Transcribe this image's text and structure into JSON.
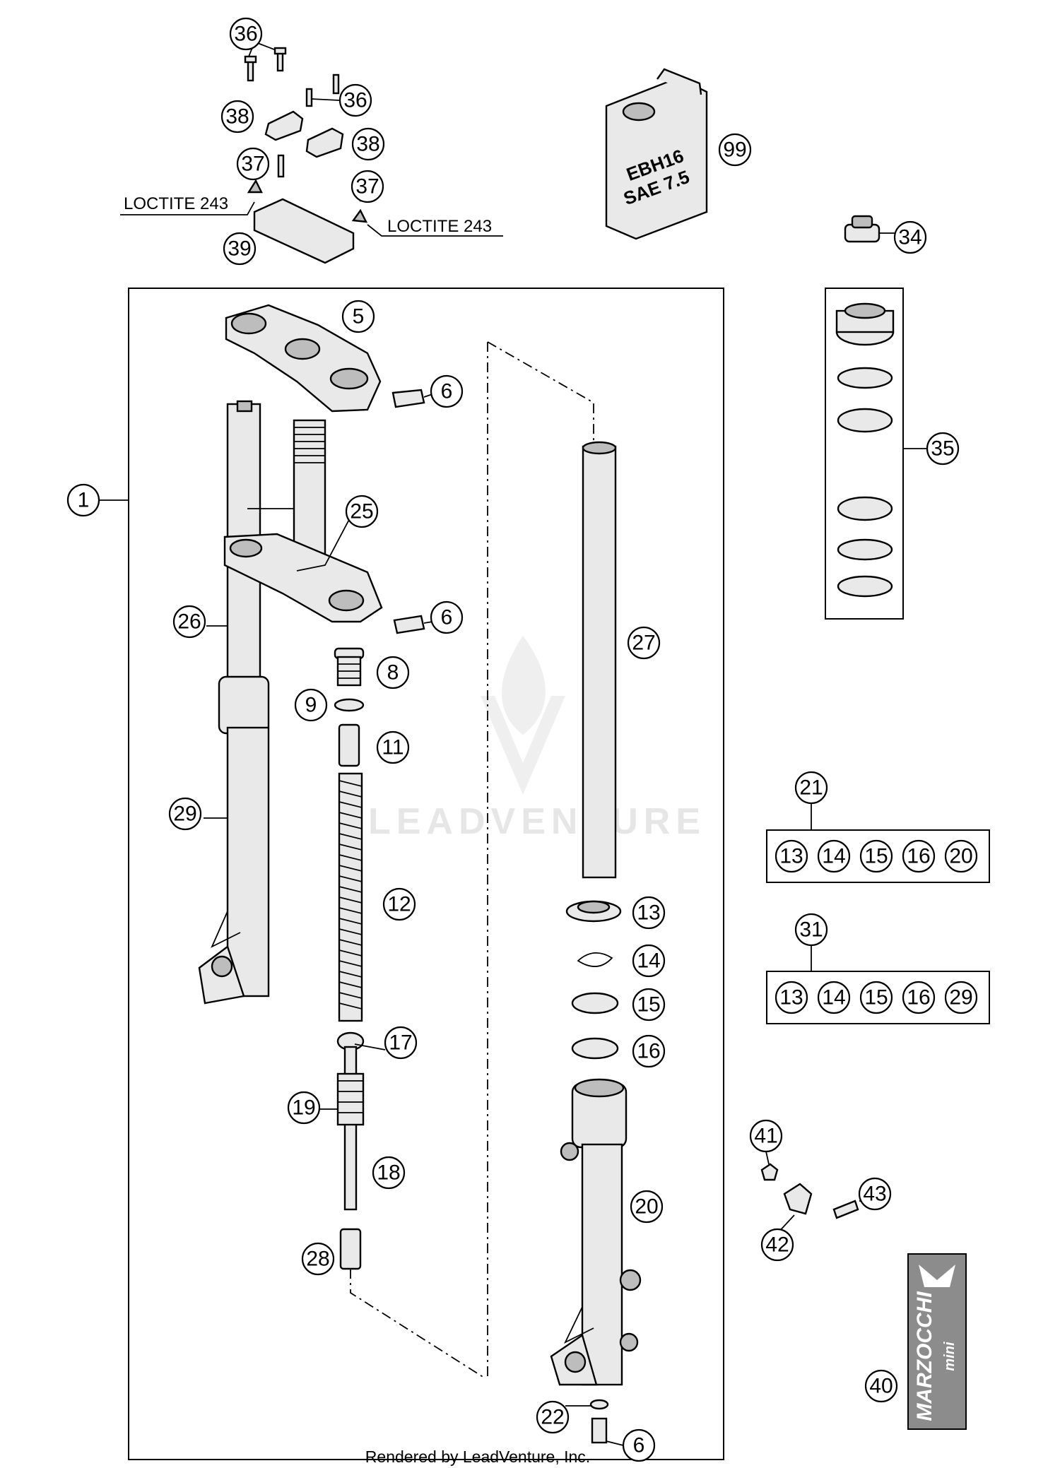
{
  "callouts": {
    "c1": "1",
    "c5": "5",
    "c6a": "6",
    "c6b": "6",
    "c6c": "6",
    "c8": "8",
    "c9": "9",
    "c11": "11",
    "c12": "12",
    "c13": "13",
    "c14": "14",
    "c15": "15",
    "c16": "16",
    "c17": "17",
    "c18": "18",
    "c19": "19",
    "c20": "20",
    "c21": "21",
    "c22": "22",
    "c25": "25",
    "c26": "26",
    "c27": "27",
    "c28": "28",
    "c29": "29",
    "c31": "31",
    "c34": "34",
    "c35": "35",
    "c36a": "36",
    "c36b": "36",
    "c37a": "37",
    "c37b": "37",
    "c38a": "38",
    "c38b": "38",
    "c39": "39",
    "c40": "40",
    "c41": "41",
    "c42": "42",
    "c43": "43",
    "c99": "99"
  },
  "kit21": {
    "parts": [
      "13",
      "14",
      "15",
      "16",
      "20"
    ]
  },
  "kit31": {
    "parts": [
      "13",
      "14",
      "15",
      "16",
      "29"
    ]
  },
  "notes": {
    "loctite_left": "LOCTITE 243",
    "loctite_right": "LOCTITE 243"
  },
  "oil_can": {
    "line1": "EBH16",
    "line2": "SAE 7.5"
  },
  "decal": {
    "brand": "MARZOCCHI",
    "sub": "mini"
  },
  "watermark": "LEADVENTURE",
  "footer": "Rendered by LeadVenture, Inc."
}
